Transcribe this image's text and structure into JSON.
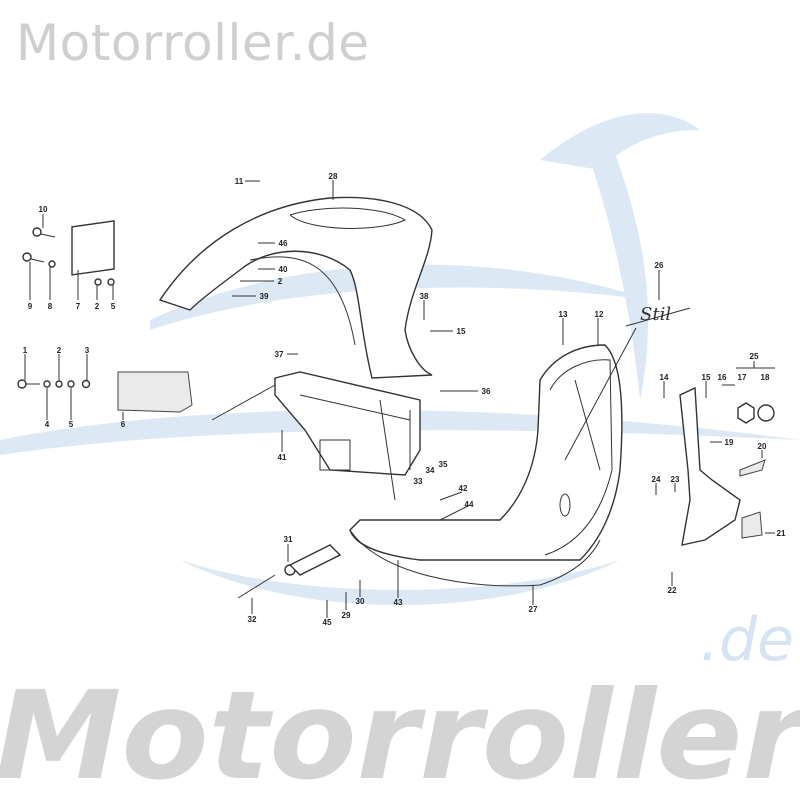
{
  "watermark": {
    "top_text": "Motorroller.de",
    "bottom_text": "Motorroller",
    "bottom_suffix": ".de",
    "color": "#cccccc",
    "accent": "#dce7f4"
  },
  "emblem_text": "Stil",
  "labels": [
    "10",
    "9",
    "8",
    "7",
    "2",
    "5",
    "11",
    "28",
    "46",
    "40",
    "2",
    "39",
    "38",
    "15",
    "37",
    "1",
    "2",
    "3",
    "4",
    "5",
    "6",
    "41",
    "36",
    "35",
    "34",
    "33",
    "42",
    "44",
    "31",
    "32",
    "45",
    "29",
    "30",
    "43",
    "27",
    "13",
    "12",
    "26",
    "14",
    "15",
    "16",
    "25",
    "17",
    "18",
    "19",
    "20",
    "24",
    "23",
    "21",
    "22"
  ]
}
